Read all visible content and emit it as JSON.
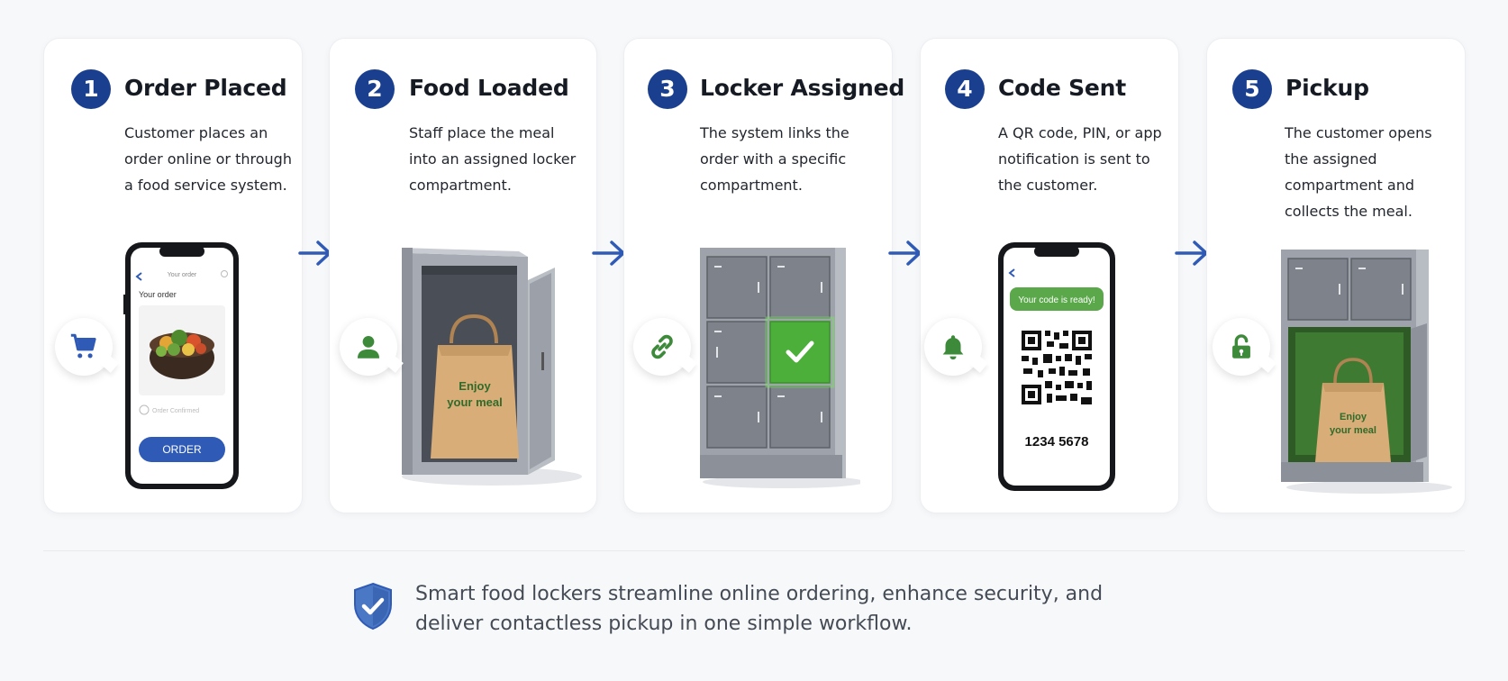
{
  "steps": [
    {
      "number": "1",
      "title": "Order Placed",
      "description": "Customer places an order online or through a food service system.",
      "icon": "cart-icon"
    },
    {
      "number": "2",
      "title": "Food Loaded",
      "description": "Staff place the meal into an assigned locker compartment.",
      "icon": "person-icon"
    },
    {
      "number": "3",
      "title": "Locker Assigned",
      "description": "The system links the order with a specific compartment.",
      "icon": "link-icon"
    },
    {
      "number": "4",
      "title": "Code Sent",
      "description": "A QR code, PIN, or app notification is sent to the customer.",
      "icon": "bell-icon"
    },
    {
      "number": "5",
      "title": "Pickup",
      "description": "The customer opens the assigned compartment and collects the meal.",
      "icon": "unlock-icon"
    }
  ],
  "phone1": {
    "header": "Your order",
    "label": "Your order",
    "confirm": "Order Confirmed",
    "button": "ORDER"
  },
  "bag_text": {
    "line1": "Enjoy",
    "line2": "your meal"
  },
  "phone4": {
    "banner": "Your code is ready!",
    "pin": "1234 5678"
  },
  "footer": {
    "text": "Smart food lockers streamline online ordering, enhance security, and deliver contactless pickup in one simple workflow.",
    "icon": "shield-check-icon"
  },
  "colors": {
    "primary": "#1a3f8f",
    "accent_blue": "#2f5bb7",
    "green": "#3d8a3a",
    "locker_gray": "#8a8f98"
  }
}
